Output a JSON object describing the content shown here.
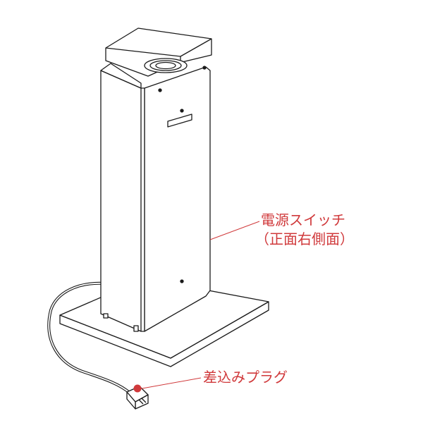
{
  "labels": {
    "power_switch": "電源スイッチ",
    "power_switch_location": "（正面右側面）",
    "plug": "差込みプラグ"
  },
  "colors": {
    "callout": "#d0393b",
    "line": "#1a1a1a"
  }
}
